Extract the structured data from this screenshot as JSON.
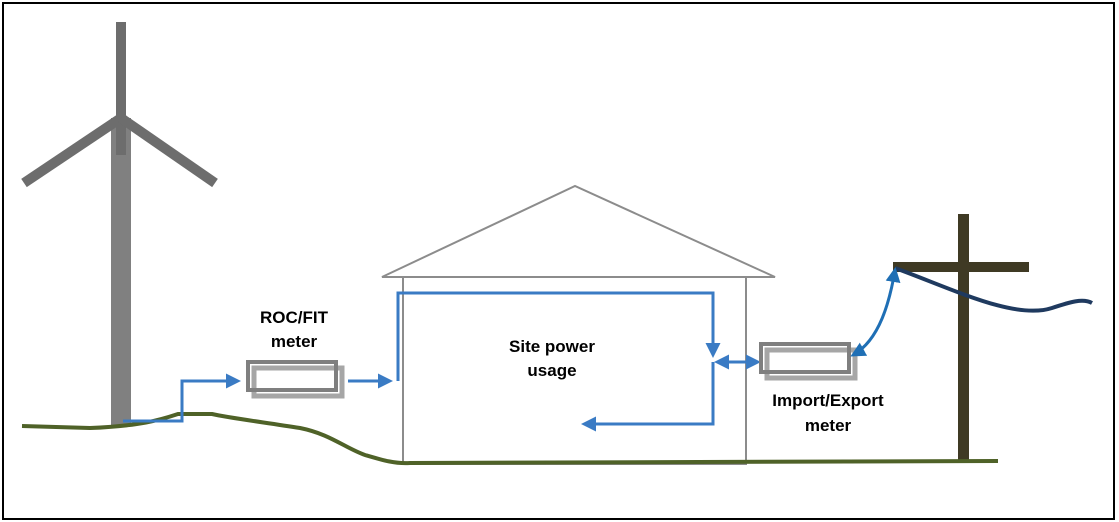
{
  "labels": {
    "roc_fit_line1": "ROC/FIT",
    "roc_fit_line2": "meter",
    "site_line1": "Site power",
    "site_line2": "usage",
    "import_export_line1": "Import/Export",
    "import_export_line2": "meter"
  },
  "colors": {
    "turbine": "#6d6d6d",
    "tower": "#808080",
    "ground": "#4f6228",
    "flow_arrow": "#3a7bc4",
    "grid_arrow": "#1f6fb5",
    "pole": "#3f3a24",
    "cable": "#1f3a5f",
    "meter_box": "#8c8c8c",
    "house": "#8c8c8c"
  },
  "icons": {
    "wind_turbine": "wind-turbine-icon",
    "house": "house-icon",
    "utility_pole": "utility-pole-icon"
  }
}
